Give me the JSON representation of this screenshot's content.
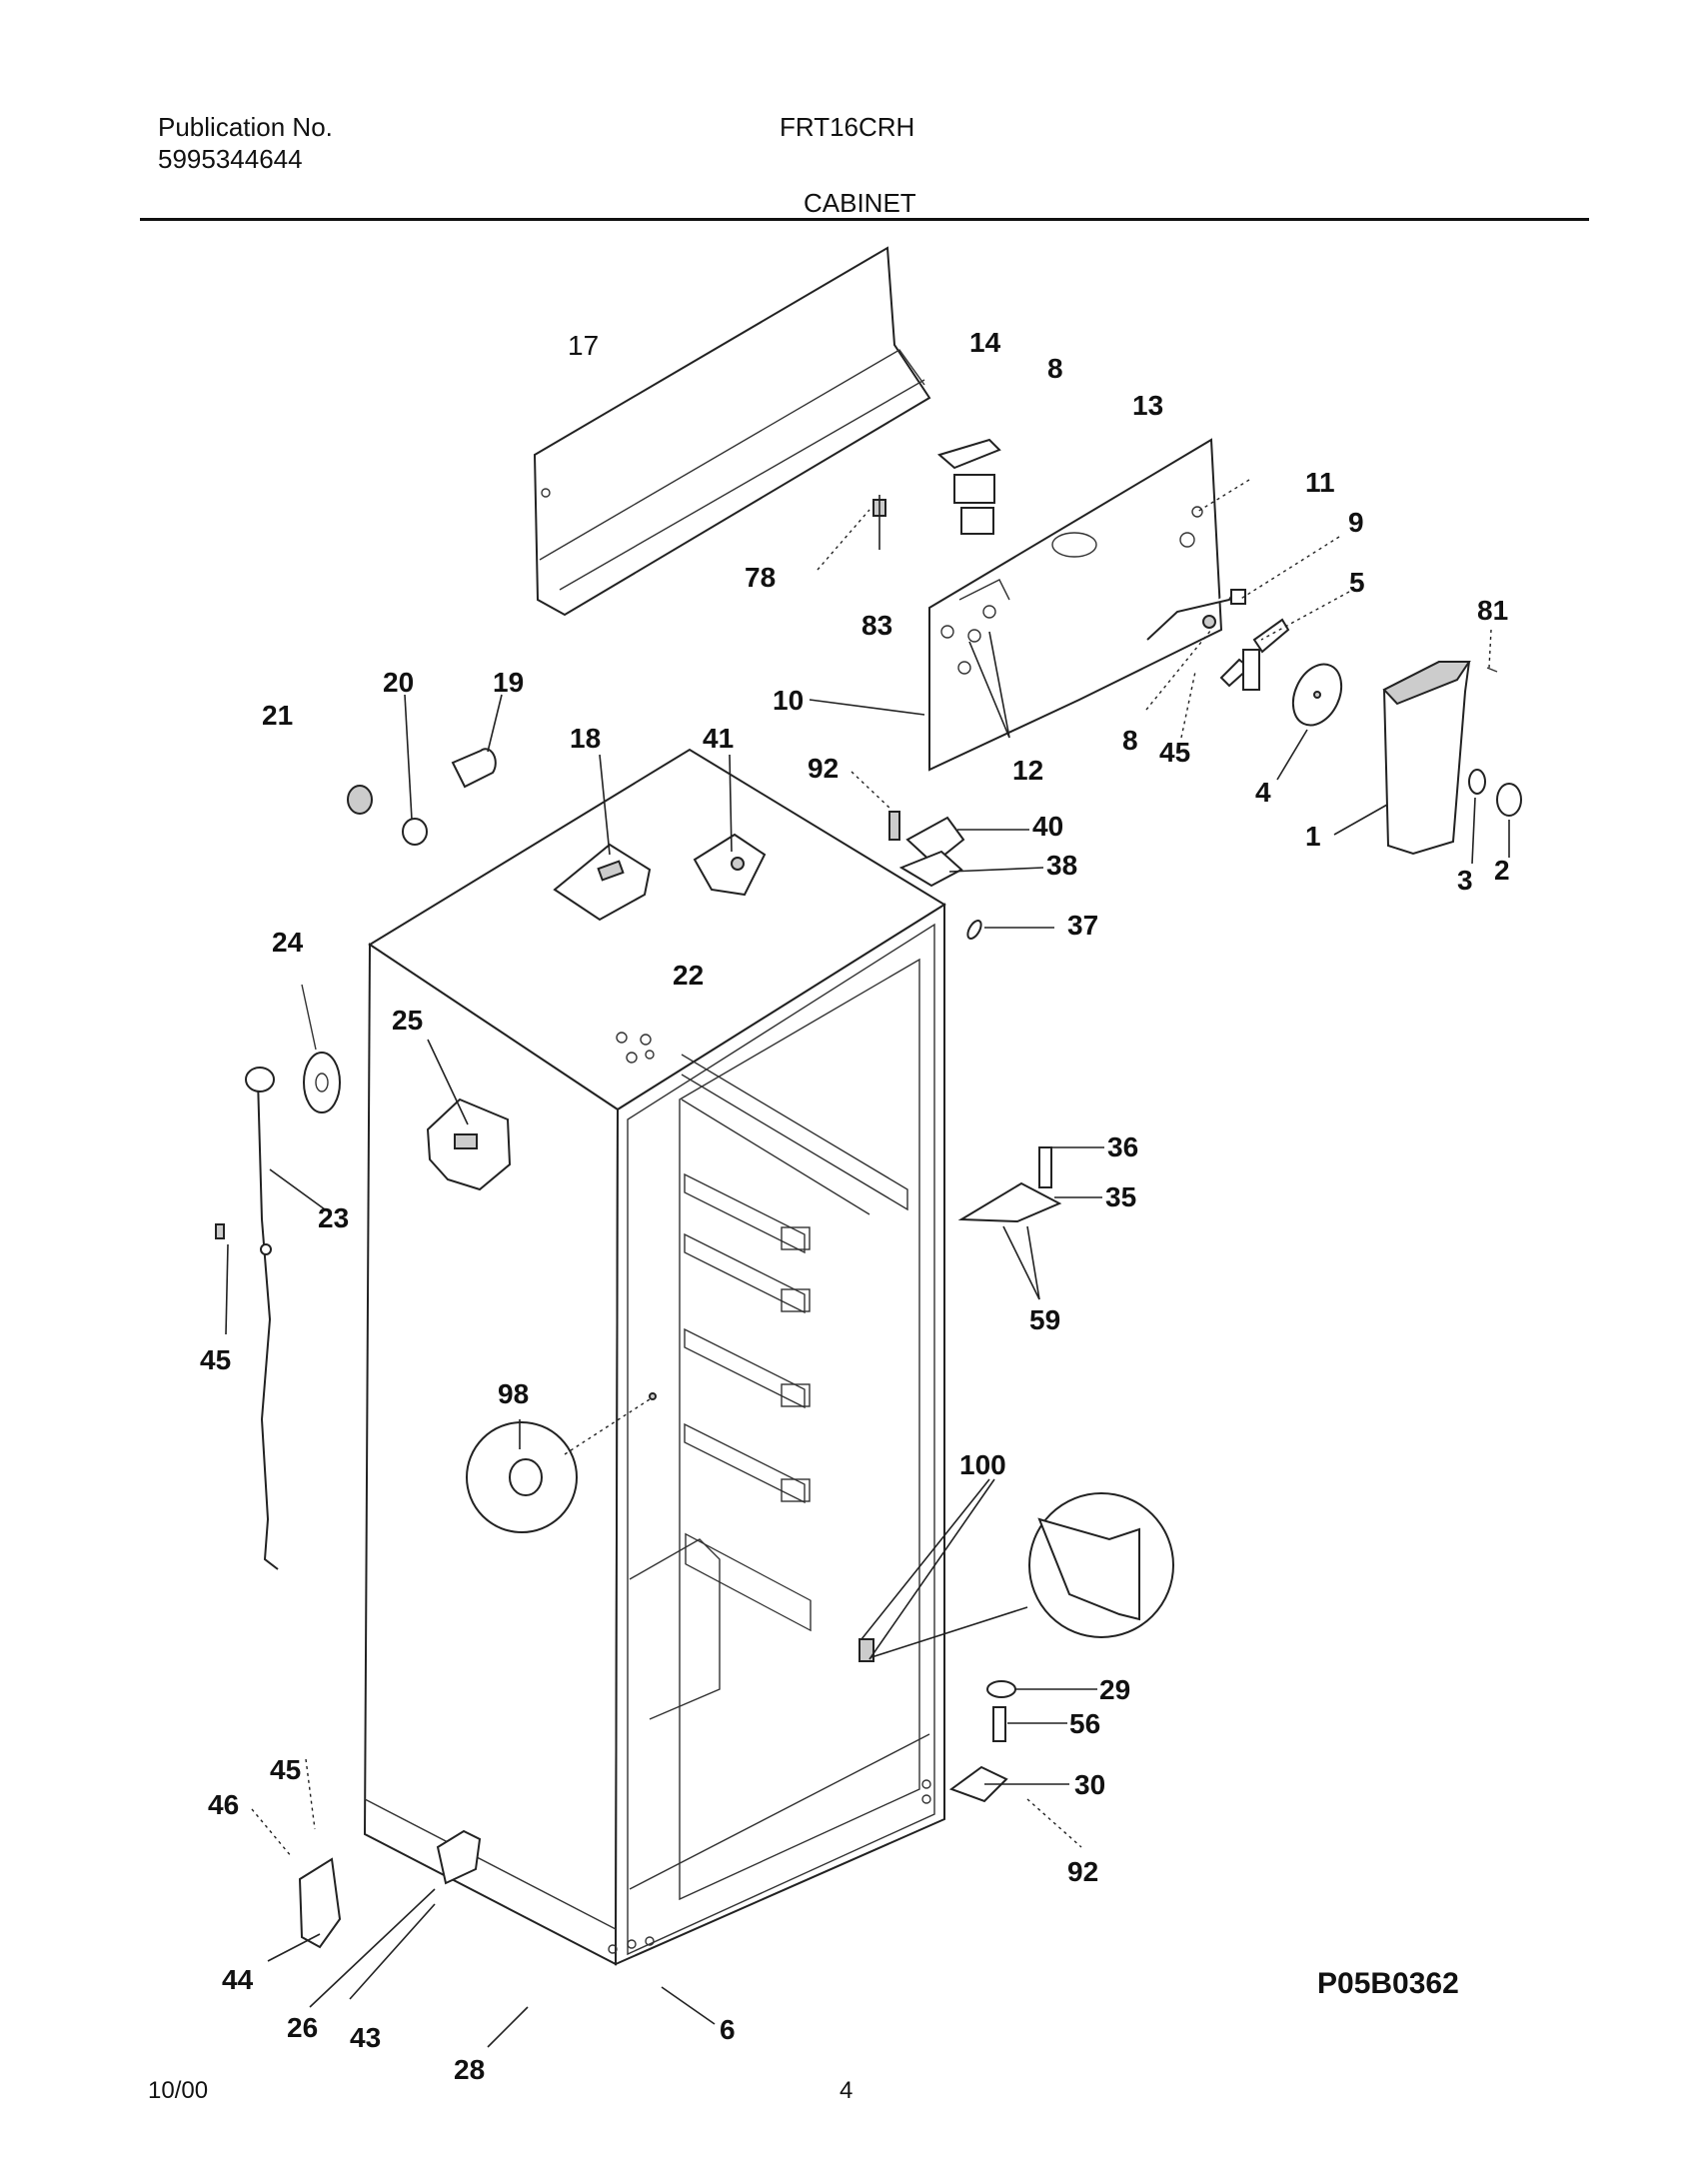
{
  "header": {
    "publication_label": "Publication No.",
    "publication_number": "5995344644",
    "model": "FRT16CRH",
    "section_title": "CABINET"
  },
  "diagram": {
    "diagram_id": "P05B0362",
    "callouts": [
      "17",
      "14",
      "8",
      "13",
      "11",
      "9",
      "5",
      "81",
      "78",
      "83",
      "10",
      "12",
      "8",
      "45",
      "4",
      "1",
      "3",
      "2",
      "20",
      "19",
      "21",
      "18",
      "41",
      "92",
      "40",
      "38",
      "37",
      "22",
      "24",
      "25",
      "23",
      "45",
      "36",
      "35",
      "59",
      "98",
      "100",
      "29",
      "56",
      "30",
      "92",
      "45",
      "46",
      "44",
      "26",
      "43",
      "28",
      "6"
    ]
  },
  "footer": {
    "date": "10/00",
    "page": "4"
  }
}
